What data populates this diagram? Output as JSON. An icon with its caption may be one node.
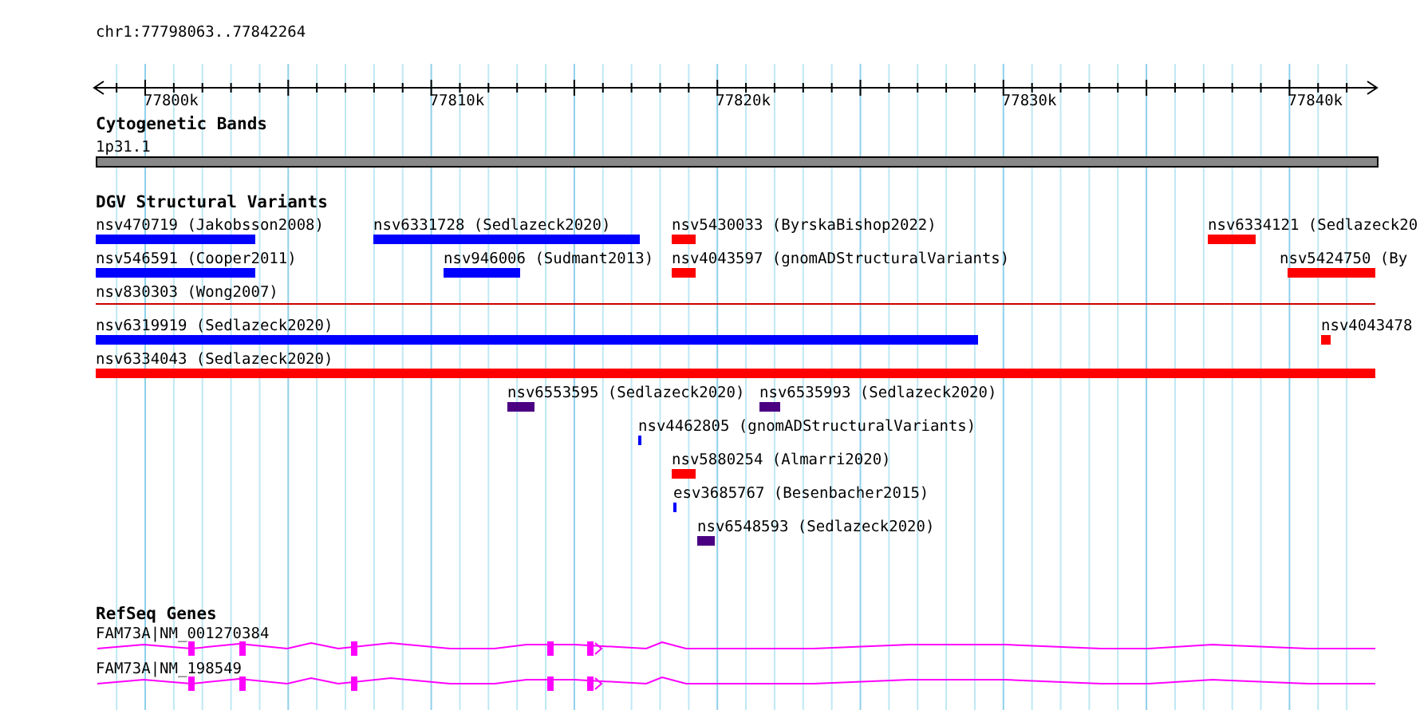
{
  "diagram": {
    "title": "chr1:77798063..77842264",
    "nodes": [
      {
        "text": [
          "Cytogenetic Bands"
        ]
      },
      {
        "text": [
          "1p31.1"
        ],
        "in": 0
      },
      {
        "text": [
          "DGV Structural Variants"
        ]
      },
      {
        "text": [
          "nsv470719 (Jakobsson2008)"
        ],
        "in": 2
      },
      {
        "text": [
          "nsv6331728 (Sedlazeck2020)"
        ],
        "in": 2
      },
      {
        "text": [
          "nsv5430033 (ByrskaBishop2022)"
        ],
        "in": 2
      },
      {
        "text": [
          "nsv6334121 (Sedlazeck20"
        ],
        "in": 2
      },
      {
        "text": [
          "nsv546591 (Cooper2011)"
        ],
        "in": 2
      },
      {
        "text": [
          "nsv946006 (Sudmant2013)"
        ],
        "in": 2
      },
      {
        "text": [
          "nsv4043597 (gnomADStructuralVariants)"
        ],
        "in": 2
      },
      {
        "text": [
          "nsv5424750 (By"
        ],
        "in": 2
      },
      {
        "text": [
          "nsv830303 (Wong2007)"
        ],
        "in": 2
      },
      {
        "text": [
          "nsv6319919 (Sedlazeck2020)"
        ],
        "in": 2
      },
      {
        "text": [
          "nsv4043478"
        ],
        "in": 2
      },
      {
        "text": [
          "nsv6334043 (Sedlazeck2020)"
        ],
        "in": 2
      },
      {
        "text": [
          "nsv6553595 (Sedlazeck2020)"
        ],
        "in": 2
      },
      {
        "text": [
          "nsv6535993 (Sedlazeck2020)"
        ],
        "in": 2
      },
      {
        "text": [
          "nsv4462805 (gnomADStructuralVariants)"
        ],
        "in": 2
      },
      {
        "text": [
          "nsv5880254 (Almarri2020)"
        ],
        "in": 2
      },
      {
        "text": [
          "esv3685767 (Besenbacher2015)"
        ],
        "in": 2
      },
      {
        "text": [
          "nsv6548593 (Sedlazeck2020)"
        ],
        "in": 2
      },
      {
        "text": [
          "RefSeq Genes"
        ]
      },
      {
        "text": [
          "FAM73A|NM_001270384"
        ],
        "in": 21
      },
      {
        "text": [
          "FAM73A|NM_198549"
        ],
        "in": 21
      }
    ],
    "labels": [
      "77800k",
      "77810k",
      "77820k",
      "77830k",
      "77840k"
    ]
  }
}
